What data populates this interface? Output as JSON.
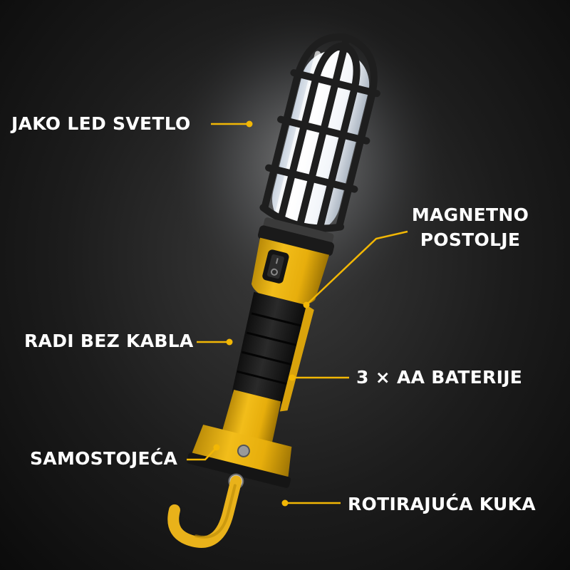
{
  "callouts": {
    "led_light": "JAKO LED SVETLO",
    "magnetic_base_line1": "MAGNETNO",
    "magnetic_base_line2": "POSTOLJE",
    "cordless": "RADI BEZ KABLA",
    "batteries": "3 × AA BATERIJE",
    "freestanding": "SAMOSTOJEĆA",
    "rotating_hook": "ROTIRAJUĆA KUKA"
  },
  "colors": {
    "background": "#151515",
    "accent_yellow": "#f2b705",
    "body_yellow": "#e9b21a",
    "rubber_black": "#1a1a1a",
    "cage_black": "#222222",
    "led_white": "#f4f7fb",
    "text": "#ffffff"
  }
}
